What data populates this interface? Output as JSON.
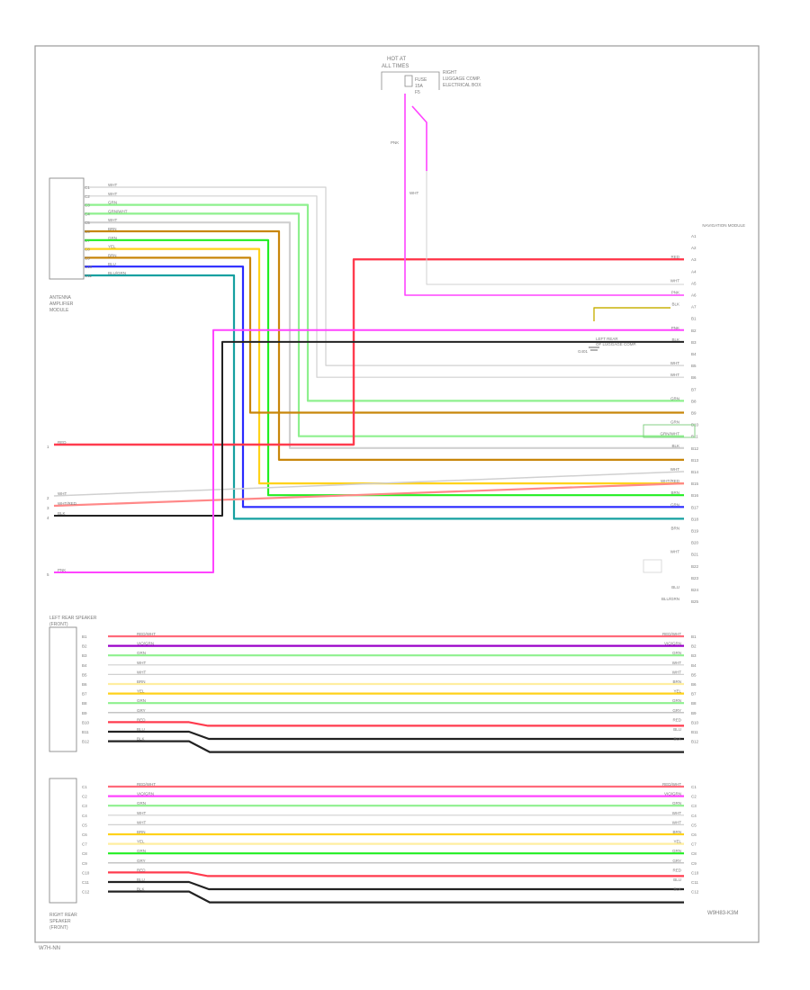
{
  "frame": {
    "page_ref": "W7H-NN",
    "figure_ref": "W9H83-K3M"
  },
  "fuse_block": {
    "title_lines": [
      "HOT AT",
      "ALL TIMES"
    ],
    "fuse_label": "FUSE",
    "amps": "15A",
    "terminal": "F5",
    "side_lines": [
      "RIGHT",
      "LUGGAGE COMP.",
      "ELECTRICAL BOX"
    ]
  },
  "colors": {
    "RED": "#ff3b4e",
    "PNK": "#ff44ff",
    "BLK": "#222222",
    "WHT": "#d0d0d0",
    "GRN": "#22ee22",
    "YEL": "#ffd21a",
    "BRN": "#c8860a",
    "BLU": "#2a2aff",
    "ORN": "#ff9900",
    "VIO": "#9a00c8",
    "BLU/GRN": "#16a0a0",
    "WHT/RED": "#ff8888",
    "GRN/BLK": "#3a9a3a",
    "RED/WHT": "#ff6a7a",
    "VIO/GRN": "#7aa0c0",
    "GRY": "#b0b0b0",
    "LTGRN": "#8ef08e",
    "LTYEL": "#ffeea0"
  },
  "top_connector": {
    "pins": [
      "C1",
      "C2",
      "C3",
      "C4",
      "C5",
      "C6",
      "C7",
      "C8",
      "C9",
      "C10",
      "C11"
    ],
    "wires": [
      {
        "label": "WHT",
        "color": "WHT"
      },
      {
        "label": "WHT",
        "color": "WHT"
      },
      {
        "label": "GRN",
        "color": "LTGRN"
      },
      {
        "label": "GRN/WHT",
        "color": "LTGRN"
      },
      {
        "label": "WHT",
        "color": "WHT"
      },
      {
        "label": "BRN",
        "color": "BRN"
      },
      {
        "label": "GRN",
        "color": "GRN"
      },
      {
        "label": "YEL",
        "color": "YEL"
      },
      {
        "label": "BRN",
        "color": "BRN"
      },
      {
        "label": "BLU",
        "color": "BLU"
      },
      {
        "label": "BLU/GRN",
        "color": "BLU/GRN"
      }
    ],
    "caption_lines": [
      "ANTENNA",
      "AMPLIFIER",
      "MODULE"
    ]
  },
  "left_wires": [
    {
      "label": "RED",
      "color": "RED",
      "pin": "1"
    },
    {
      "label": "WHT",
      "color": "WHT",
      "pin": "2"
    },
    {
      "label": "WHT/RED",
      "color": "WHT/RED",
      "pin": "3"
    },
    {
      "label": "BLK",
      "color": "BLK",
      "pin": "4"
    },
    {
      "label": "PNK",
      "color": "PNK",
      "pin": "5"
    }
  ],
  "right_module": {
    "title_lines": [
      "NAVIGATION",
      "MODULE"
    ],
    "pins": [
      {
        "pin": "A1",
        "label": ""
      },
      {
        "pin": "A2",
        "label": ""
      },
      {
        "pin": "A3",
        "label": "RED"
      },
      {
        "pin": "A4",
        "label": ""
      },
      {
        "pin": "A5",
        "label": "WHT"
      },
      {
        "pin": "A6",
        "label": "PNK"
      },
      {
        "pin": "A7",
        "label": "BLK"
      },
      {
        "pin": "B1",
        "label": ""
      },
      {
        "pin": "B2",
        "label": "PNK"
      },
      {
        "pin": "B3",
        "label": "BLK"
      },
      {
        "pin": "B4",
        "label": ""
      },
      {
        "pin": "B5",
        "label": "WHT"
      },
      {
        "pin": "B6",
        "label": "WHT"
      },
      {
        "pin": "B7",
        "label": ""
      },
      {
        "pin": "B8",
        "label": "GRN"
      },
      {
        "pin": "B9",
        "label": ""
      },
      {
        "pin": "B10",
        "label": "GRN"
      },
      {
        "pin": "B11",
        "label": "GRN/WHT"
      },
      {
        "pin": "B12",
        "label": "BLK"
      },
      {
        "pin": "B13",
        "label": ""
      },
      {
        "pin": "B14",
        "label": "WHT"
      },
      {
        "pin": "B15",
        "label": "WHT/RED"
      },
      {
        "pin": "B16",
        "label": "BRN"
      },
      {
        "pin": "B17",
        "label": "GRN"
      },
      {
        "pin": "B18",
        "label": ""
      },
      {
        "pin": "B19",
        "label": "BRN"
      },
      {
        "pin": "B20",
        "label": ""
      },
      {
        "pin": "B21",
        "label": "WHT"
      },
      {
        "pin": "B22",
        "label": ""
      },
      {
        "pin": "B23",
        "label": ""
      },
      {
        "pin": "B24",
        "label": "BLU"
      },
      {
        "pin": "B25",
        "label": "BLU/GRN"
      }
    ],
    "ground_lines": [
      "LEFT REAR",
      "OF LUGGAGE COMP.",
      "G401"
    ]
  },
  "speaker_sections": [
    {
      "caption_lines": [
        "LEFT REAR SPEAKER",
        "(FRONT)"
      ],
      "rows": [
        {
          "label": "RED/WHT",
          "color": "RED/WHT",
          "pin": "B1"
        },
        {
          "label": "VIO/GRN",
          "color": "VIO",
          "pin": "B2"
        },
        {
          "label": "GRN",
          "color": "LTGRN",
          "pin": "B3"
        },
        {
          "label": "WHT",
          "color": "WHT",
          "pin": "B4"
        },
        {
          "label": "WHT",
          "color": "WHT",
          "pin": "B5"
        },
        {
          "label": "BRN",
          "color": "LTYEL",
          "pin": "B6"
        },
        {
          "label": "YEL",
          "color": "YEL",
          "pin": "B7"
        },
        {
          "label": "GRN",
          "color": "LTGRN",
          "pin": "B8"
        },
        {
          "label": "GRY",
          "color": "GRY",
          "pin": "B9"
        },
        {
          "label": "RED",
          "color": "RED",
          "pin": "B10"
        },
        {
          "label": "BLU",
          "color": "BLK",
          "pin": "B11"
        },
        {
          "label": "BLK",
          "color": "BLK",
          "pin": "B12"
        }
      ]
    },
    {
      "caption_lines": [
        "RIGHT REAR",
        "SPEAKER",
        "(FRONT)"
      ],
      "rows": [
        {
          "label": "RED/WHT",
          "color": "RED/WHT",
          "pin": "C1"
        },
        {
          "label": "VIO/GRN",
          "color": "PNK",
          "pin": "C2"
        },
        {
          "label": "GRN",
          "color": "LTGRN",
          "pin": "C3"
        },
        {
          "label": "WHT",
          "color": "WHT",
          "pin": "C4"
        },
        {
          "label": "WHT",
          "color": "WHT",
          "pin": "C5"
        },
        {
          "label": "BRN",
          "color": "YEL",
          "pin": "C6"
        },
        {
          "label": "YEL",
          "color": "LTYEL",
          "pin": "C7"
        },
        {
          "label": "GRN",
          "color": "GRN",
          "pin": "C8"
        },
        {
          "label": "GRY",
          "color": "GRY",
          "pin": "C9"
        },
        {
          "label": "RED",
          "color": "RED",
          "pin": "C10"
        },
        {
          "label": "BLU",
          "color": "BLK",
          "pin": "C11"
        },
        {
          "label": "BLK",
          "color": "BLK",
          "pin": "C12"
        }
      ]
    }
  ]
}
